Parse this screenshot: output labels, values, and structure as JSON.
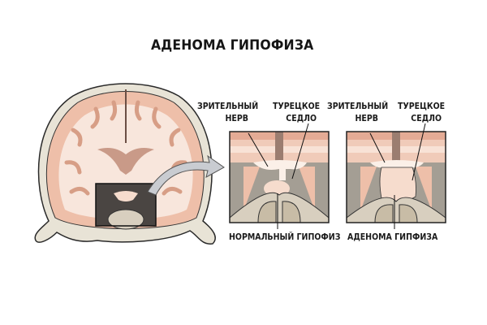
{
  "title": "АДЕНОМА ГИПОФИЗА",
  "panels": [
    {
      "id": "normal",
      "optic_nerve_label": [
        "ЗРИТЕЛЬНЫЙ",
        "НЕРВ"
      ],
      "sella_label": [
        "ТУРЕЦКОЕ",
        "СЕДЛО"
      ],
      "caption": "НОРМАЛЬНЫЙ ГИПОФИЗ"
    },
    {
      "id": "adenoma",
      "optic_nerve_label": [
        "ЗРИТЕЛЬНЫЙ",
        "НЕРВ"
      ],
      "sella_label": [
        "ТУРЕЦКОЕ",
        "СЕДЛО"
      ],
      "caption": "АДЕНОМА ГИПФИЗА"
    }
  ],
  "colors": {
    "skull": "#e8e3d6",
    "cortex": "#eebfa9",
    "white_matter": "#f8e6dc",
    "dark_cavity": "#4a4542",
    "gland": "#f6dccd",
    "arrow": "#c9ccd1",
    "bone_cells": "#c8bca6"
  }
}
